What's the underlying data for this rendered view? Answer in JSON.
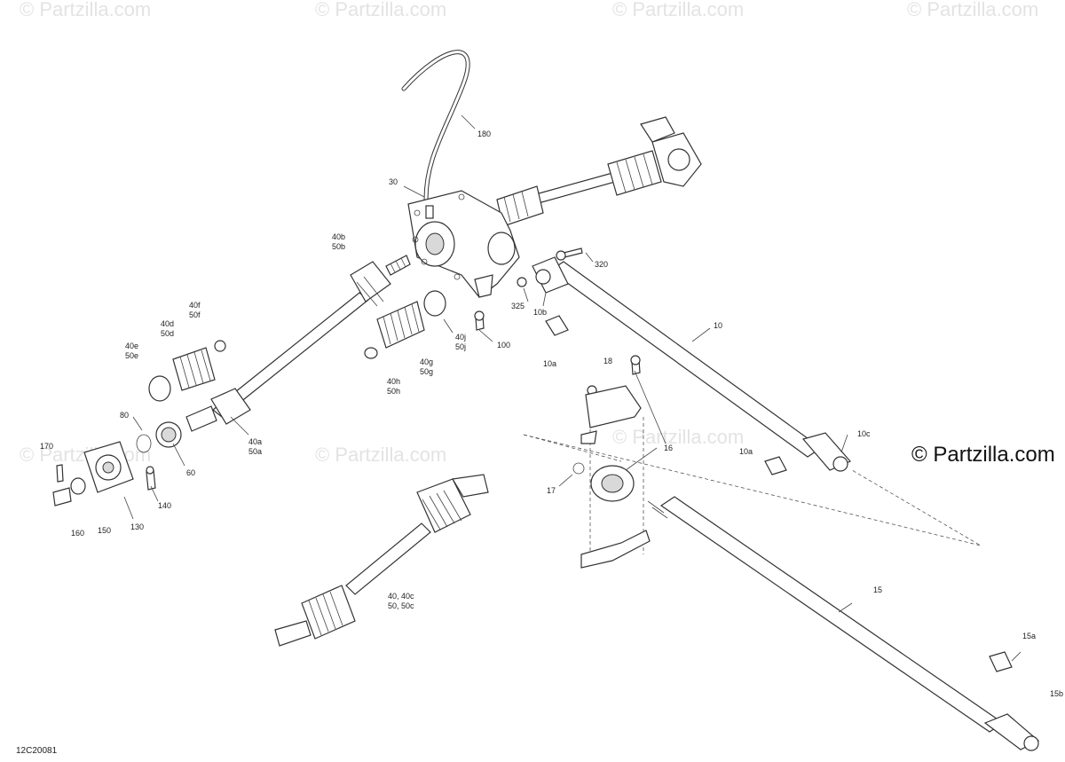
{
  "watermark": "© Partzilla.com",
  "brand": "© Partzilla.com",
  "diagram_code": "12C20081",
  "callouts": {
    "c180": "180",
    "c30": "30",
    "c40b": "40b",
    "c50b": "50b",
    "c320": "320",
    "c325": "325",
    "c10b": "10b",
    "c40f": "40f",
    "c50f": "50f",
    "c40d": "40d",
    "c50d": "50d",
    "c40e": "40e",
    "c50e": "50e",
    "c40j": "40j",
    "c50j": "50j",
    "c100": "100",
    "c10": "10",
    "c10a1": "10a",
    "c40g": "40g",
    "c50g": "50g",
    "c40h": "40h",
    "c50h": "50h",
    "c18": "18",
    "c80": "80",
    "c40a": "40a",
    "c50a": "50a",
    "c170": "170",
    "c60": "60",
    "c10c": "10c",
    "c16": "16",
    "c10a2": "10a",
    "c17": "17",
    "c140": "140",
    "c130": "130",
    "c160": "160",
    "c150": "150",
    "c40_40c": "40, 40c",
    "c50_50c": "50, 50c",
    "c15": "15",
    "c15a": "15a",
    "c15b": "15b"
  }
}
